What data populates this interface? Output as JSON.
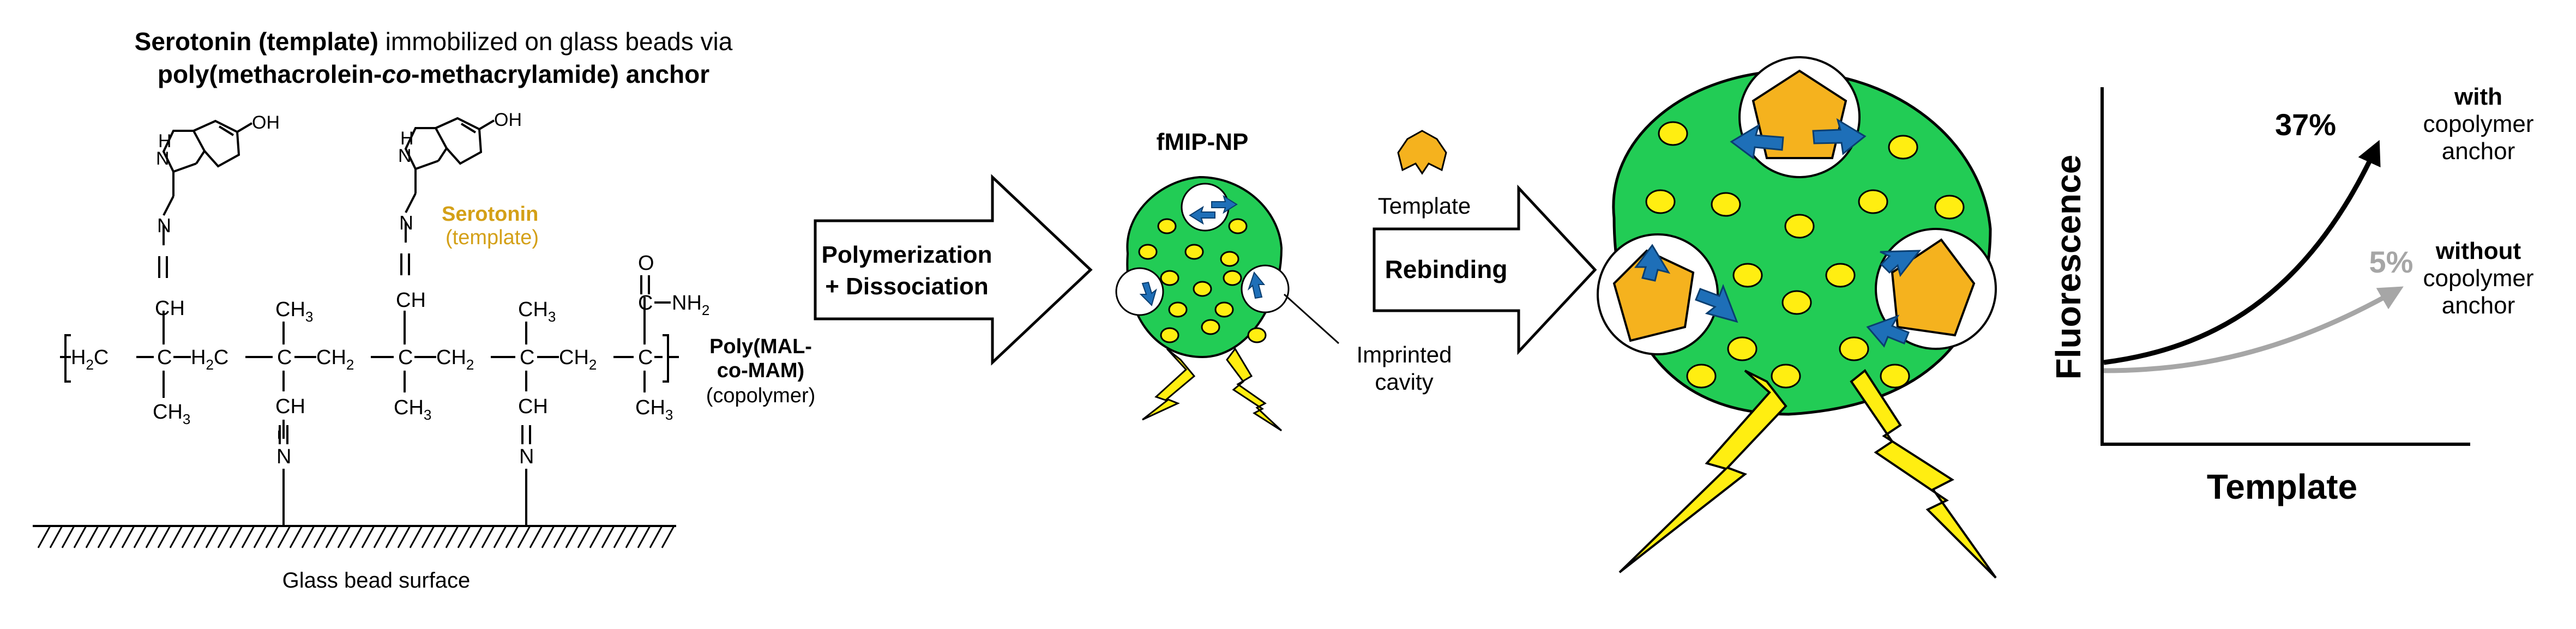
{
  "title": {
    "line1_bold": "Serotonin (template)",
    "line1_rest": " immobilized on glass beads via",
    "line2_a": "poly(methacrolein-",
    "line2_b": "co",
    "line2_c": "-methacrylamide) anchor"
  },
  "chemistry": {
    "oh": "OH",
    "nh_h": "H",
    "nh_n": "N",
    "n": "N",
    "ch": "CH",
    "ch3": "CH",
    "sub3": "3",
    "h2c": "H",
    "sub2": "2",
    "c": "C",
    "o": "O",
    "nh2": "NH",
    "ch2": "CH",
    "serotonin_label": "Serotonin",
    "serotonin_sublabel": "(template)",
    "copolymer_name_1": "Poly(MAL-",
    "copolymer_name_2": "co-MAM)",
    "copolymer_note": "(copolymer)",
    "surface_label": "Glass bead surface"
  },
  "arrows": {
    "polymerization_1": "Polymerization",
    "polymerization_2": "+ Dissociation",
    "rebinding": "Rebinding"
  },
  "nanoparticle": {
    "title": "fMIP-NP",
    "cavity_label_1": "Imprinted",
    "cavity_label_2": "cavity",
    "template_label": "Template"
  },
  "chart": {
    "ylabel": "Fluorescence",
    "xlabel": "Template",
    "with_label_1": "with",
    "with_label_2": "copolymer",
    "with_label_3": "anchor",
    "without_label_1": "without",
    "without_label_2": "copolymer",
    "without_label_3": "anchor",
    "pct_with": "37%",
    "pct_without": "5%"
  },
  "colors": {
    "green": "#22CC55",
    "yellow": "#FFEE11",
    "orange": "#F5B21E",
    "blue": "#1E6FB8",
    "gold_text": "#D4A017",
    "gray": "#A6A6A6"
  },
  "chart_data": {
    "type": "line",
    "xlabel": "Template",
    "ylabel": "Fluorescence",
    "series": [
      {
        "name": "with copolymer anchor",
        "label": "37%",
        "color": "#000000"
      },
      {
        "name": "without copolymer anchor",
        "label": "5%",
        "color": "#A6A6A6"
      }
    ]
  }
}
